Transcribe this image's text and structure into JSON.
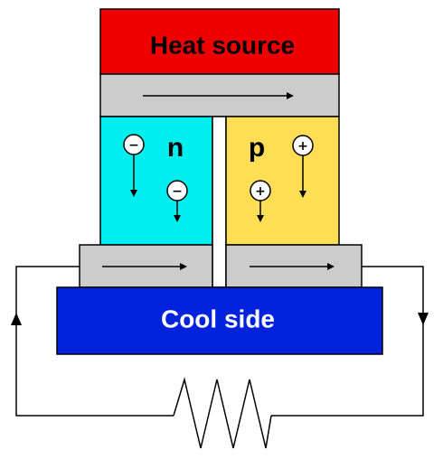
{
  "title": "",
  "heat_source": {
    "label": "Heat source",
    "color": "#ee0000"
  },
  "cool_side": {
    "label": "Cool side",
    "color": "#0022dd"
  },
  "n_type": {
    "label": "n",
    "color": "#00eeee",
    "carrier_sign": "−"
  },
  "p_type": {
    "label": "p",
    "color": "#ffdd55",
    "carrier_sign": "+"
  },
  "connector_color": "#cccccc",
  "load": {
    "icon": "resistor-icon"
  }
}
